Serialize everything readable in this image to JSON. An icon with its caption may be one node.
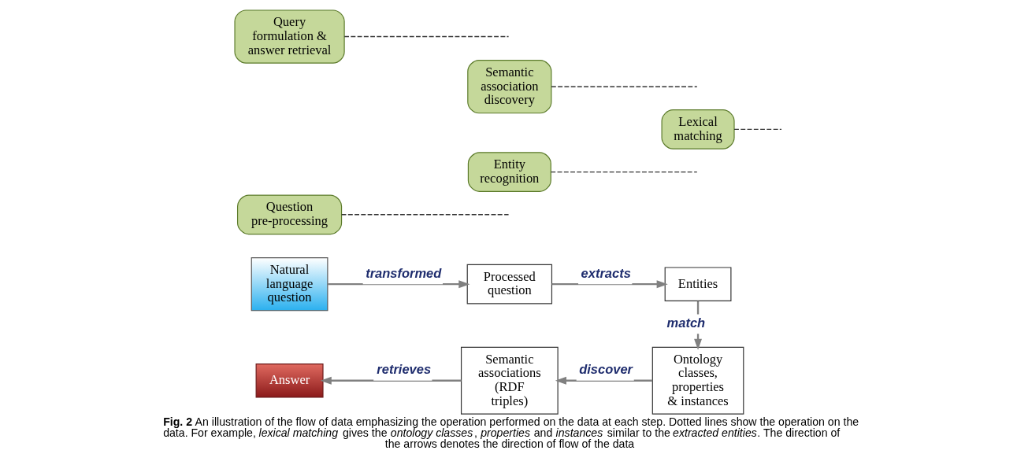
{
  "diagram": {
    "caption": "**Fig. 2** An illustration of the flow of data emphasizing the operation performed on the data at each step. Dotted lines show the operation on the data. For example, *lexical matching* gives the *ontology classes*, *properties* and *instances* similar to the *extracted entities*. The direction of the arrows denotes the direction of flow of the data",
    "nodes": [
      {
        "text": [
          "Natural language question"
        ]
      },
      {
        "text": [
          "Processed question"
        ]
      },
      {
        "text": [
          "Entities"
        ]
      },
      {
        "text": [
          "Ontology classes, properties & instances"
        ]
      },
      {
        "text": [
          "Semantic associations (RDF triples)"
        ]
      },
      {
        "text": [
          "Answer"
        ]
      },
      {
        "text": [
          "Question pre-processing"
        ]
      },
      {
        "text": [
          "Entity recognition"
        ]
      },
      {
        "text": [
          "Lexical matching"
        ]
      },
      {
        "text": [
          "Semantic association discovery"
        ]
      },
      {
        "text": [
          "Query formulation & answer retrieval"
        ]
      }
    ],
    "edges": [
      {
        "from": 0,
        "to": 1,
        "arrow": "to",
        "label": "transformed"
      },
      {
        "from": 1,
        "to": 2,
        "arrow": "to",
        "label": "extracts"
      },
      {
        "from": 2,
        "to": 3,
        "arrow": "to",
        "label": "match"
      },
      {
        "from": 3,
        "to": 4,
        "arrow": "to",
        "label": "discover"
      },
      {
        "from": 4,
        "to": 5,
        "arrow": "to",
        "label": "retrieves"
      },
      {
        "from": 6,
        "to": null,
        "arrow": "none",
        "style": "dashed"
      },
      {
        "from": 7,
        "to": null,
        "arrow": "none",
        "style": "dashed"
      },
      {
        "from": 8,
        "to": null,
        "arrow": "none",
        "style": "dashed"
      },
      {
        "from": 9,
        "to": null,
        "arrow": "none",
        "style": "dashed"
      },
      {
        "from": 10,
        "to": null,
        "arrow": "none",
        "style": "dashed"
      }
    ]
  }
}
